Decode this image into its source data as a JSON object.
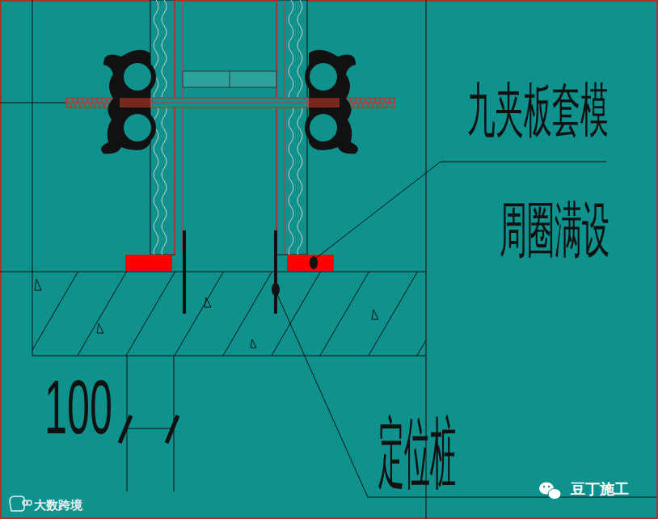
{
  "diagram": {
    "labels": [
      "九夹板套模",
      "周圈满设",
      "100",
      "定位桩",
      "大数跨境",
      "豆丁施工"
    ]
  }
}
